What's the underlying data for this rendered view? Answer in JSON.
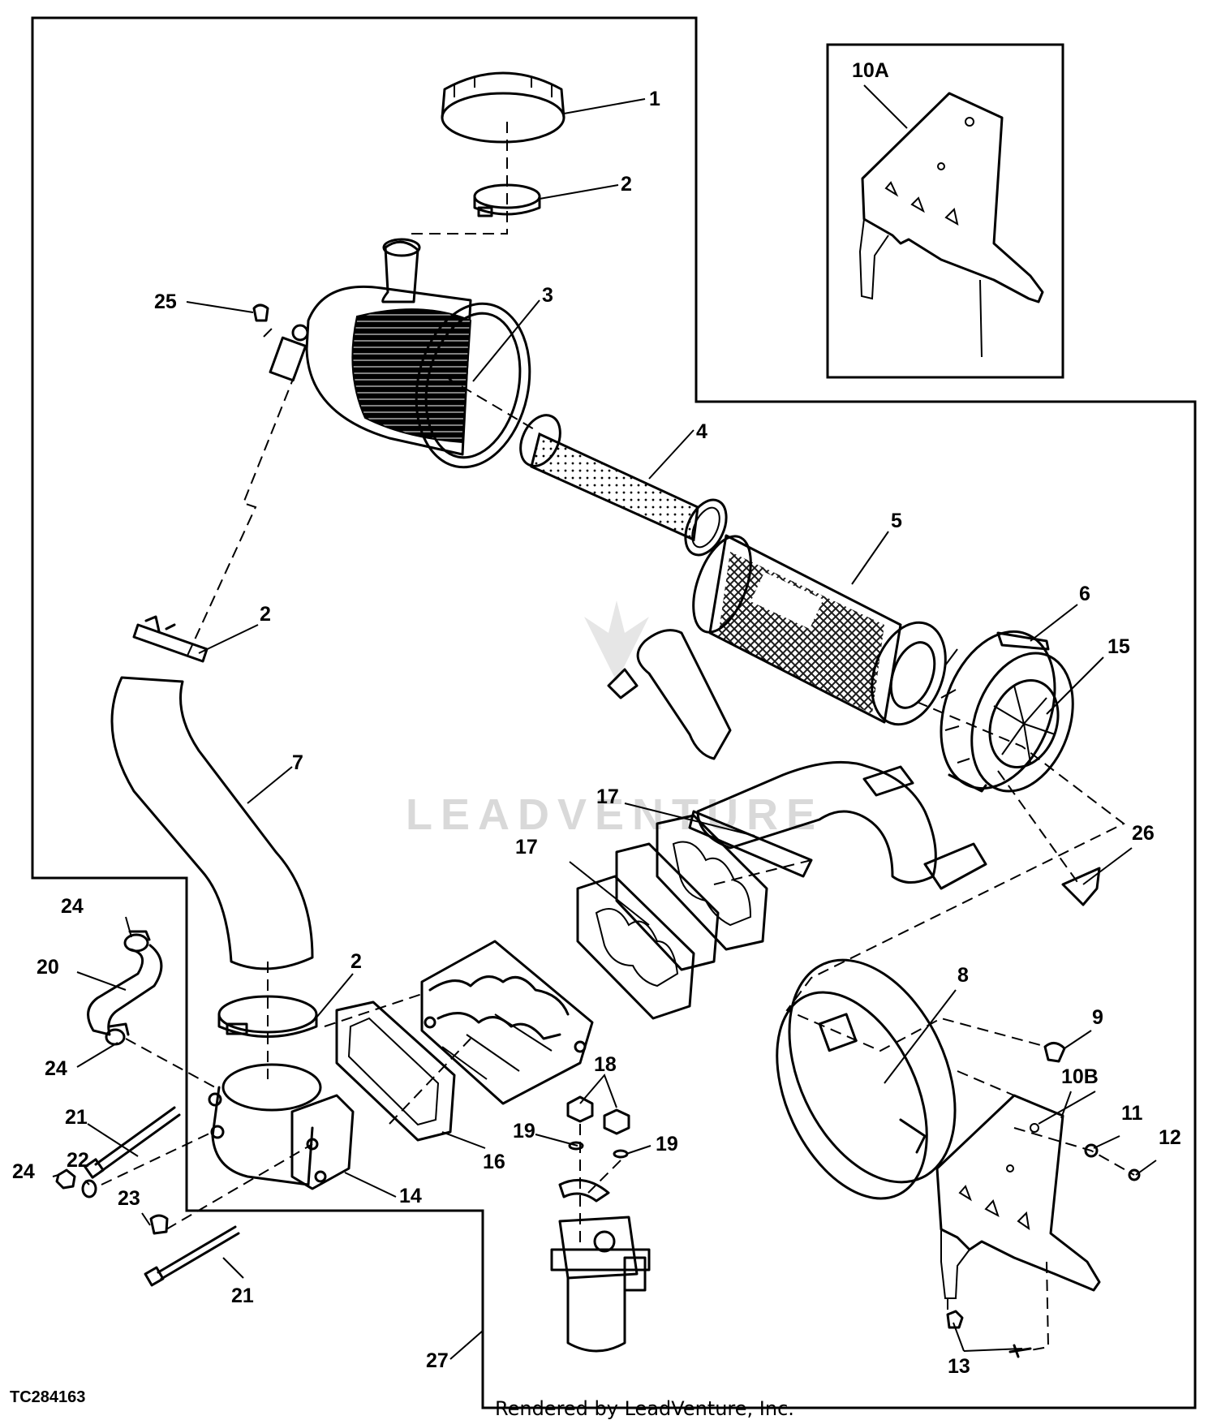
{
  "figure_id": "TC284163",
  "footer": "Rendered by LeadVenture, Inc.",
  "watermark": "LEADVENTURE",
  "callouts": {
    "c1": "1",
    "c2a": "2",
    "c2b": "2",
    "c2c": "2",
    "c3": "3",
    "c4": "4",
    "c5": "5",
    "c6": "6",
    "c7": "7",
    "c8": "8",
    "c9": "9",
    "c10a": "10A",
    "c10b": "10B",
    "c11": "11",
    "c12": "12",
    "c13": "13",
    "c14": "14",
    "c15": "15",
    "c16": "16",
    "c17a": "17",
    "c17b": "17",
    "c18": "18",
    "c19a": "19",
    "c19b": "19",
    "c20": "20",
    "c21a": "21",
    "c21b": "21",
    "c22": "22",
    "c23": "23",
    "c24a": "24",
    "c24b": "24",
    "c24c": "24",
    "c25": "25",
    "c26": "26",
    "c27": "27"
  }
}
